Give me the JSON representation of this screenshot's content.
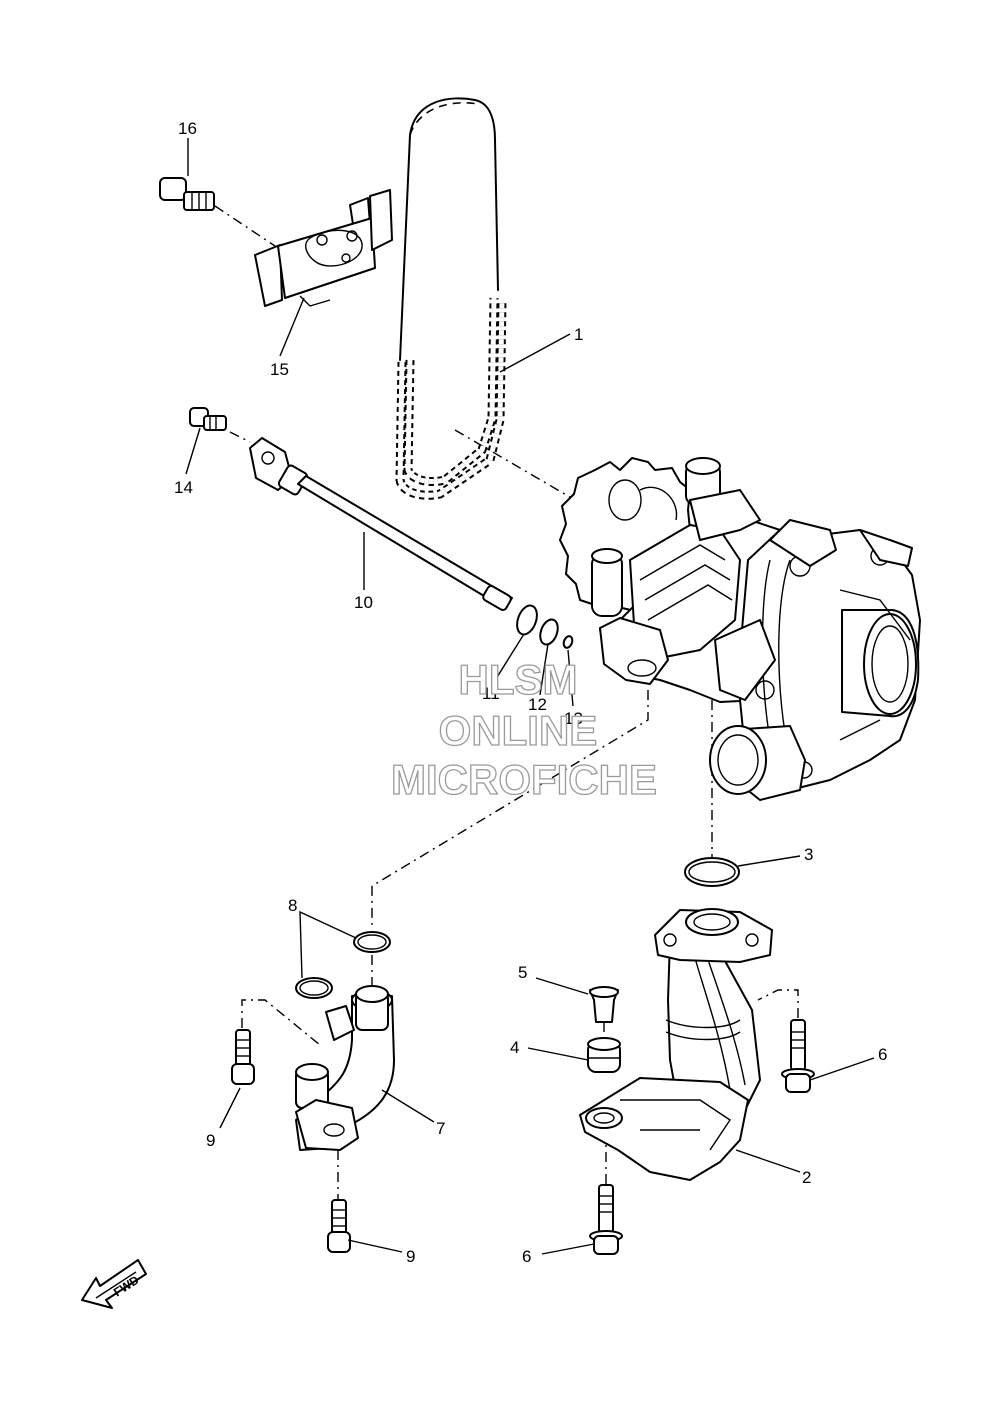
{
  "callouts": {
    "c1": "1",
    "c2": "2",
    "c3": "3",
    "c4": "4",
    "c5": "5",
    "c6a": "6",
    "c6b": "6",
    "c7": "7",
    "c8": "8",
    "c9a": "9",
    "c9b": "9",
    "c10": "10",
    "c11": "11",
    "c12": "12",
    "c13": "13",
    "c14": "14",
    "c15": "15",
    "c16": "16"
  },
  "watermark": {
    "line1": "HLSM",
    "line2": "ONLINE",
    "line3": "MICROFICHE",
    "color": "#9a9a9a"
  },
  "direction_arrow": {
    "label": "FWD"
  },
  "colors": {
    "line": "#000000",
    "background": "#ffffff"
  }
}
